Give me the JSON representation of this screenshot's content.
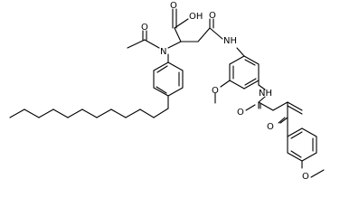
{
  "molecule": {
    "atom_labels": {
      "carboxyl_oxygen": "O",
      "carboxyl_hydroxyl": "OH",
      "acetyl_oxygen": "O",
      "amide_nitrogen": "N",
      "amide_oxygen": "O",
      "amide_nh": "NH",
      "methoxy_oxygen_left": "O",
      "anilide_nh": "NH",
      "malonyl_oxygen": "O",
      "ketone_oxygen": "O",
      "methoxy_oxygen_right": "O"
    }
  },
  "colors": {
    "bond": "#000000",
    "background": "#ffffff"
  }
}
